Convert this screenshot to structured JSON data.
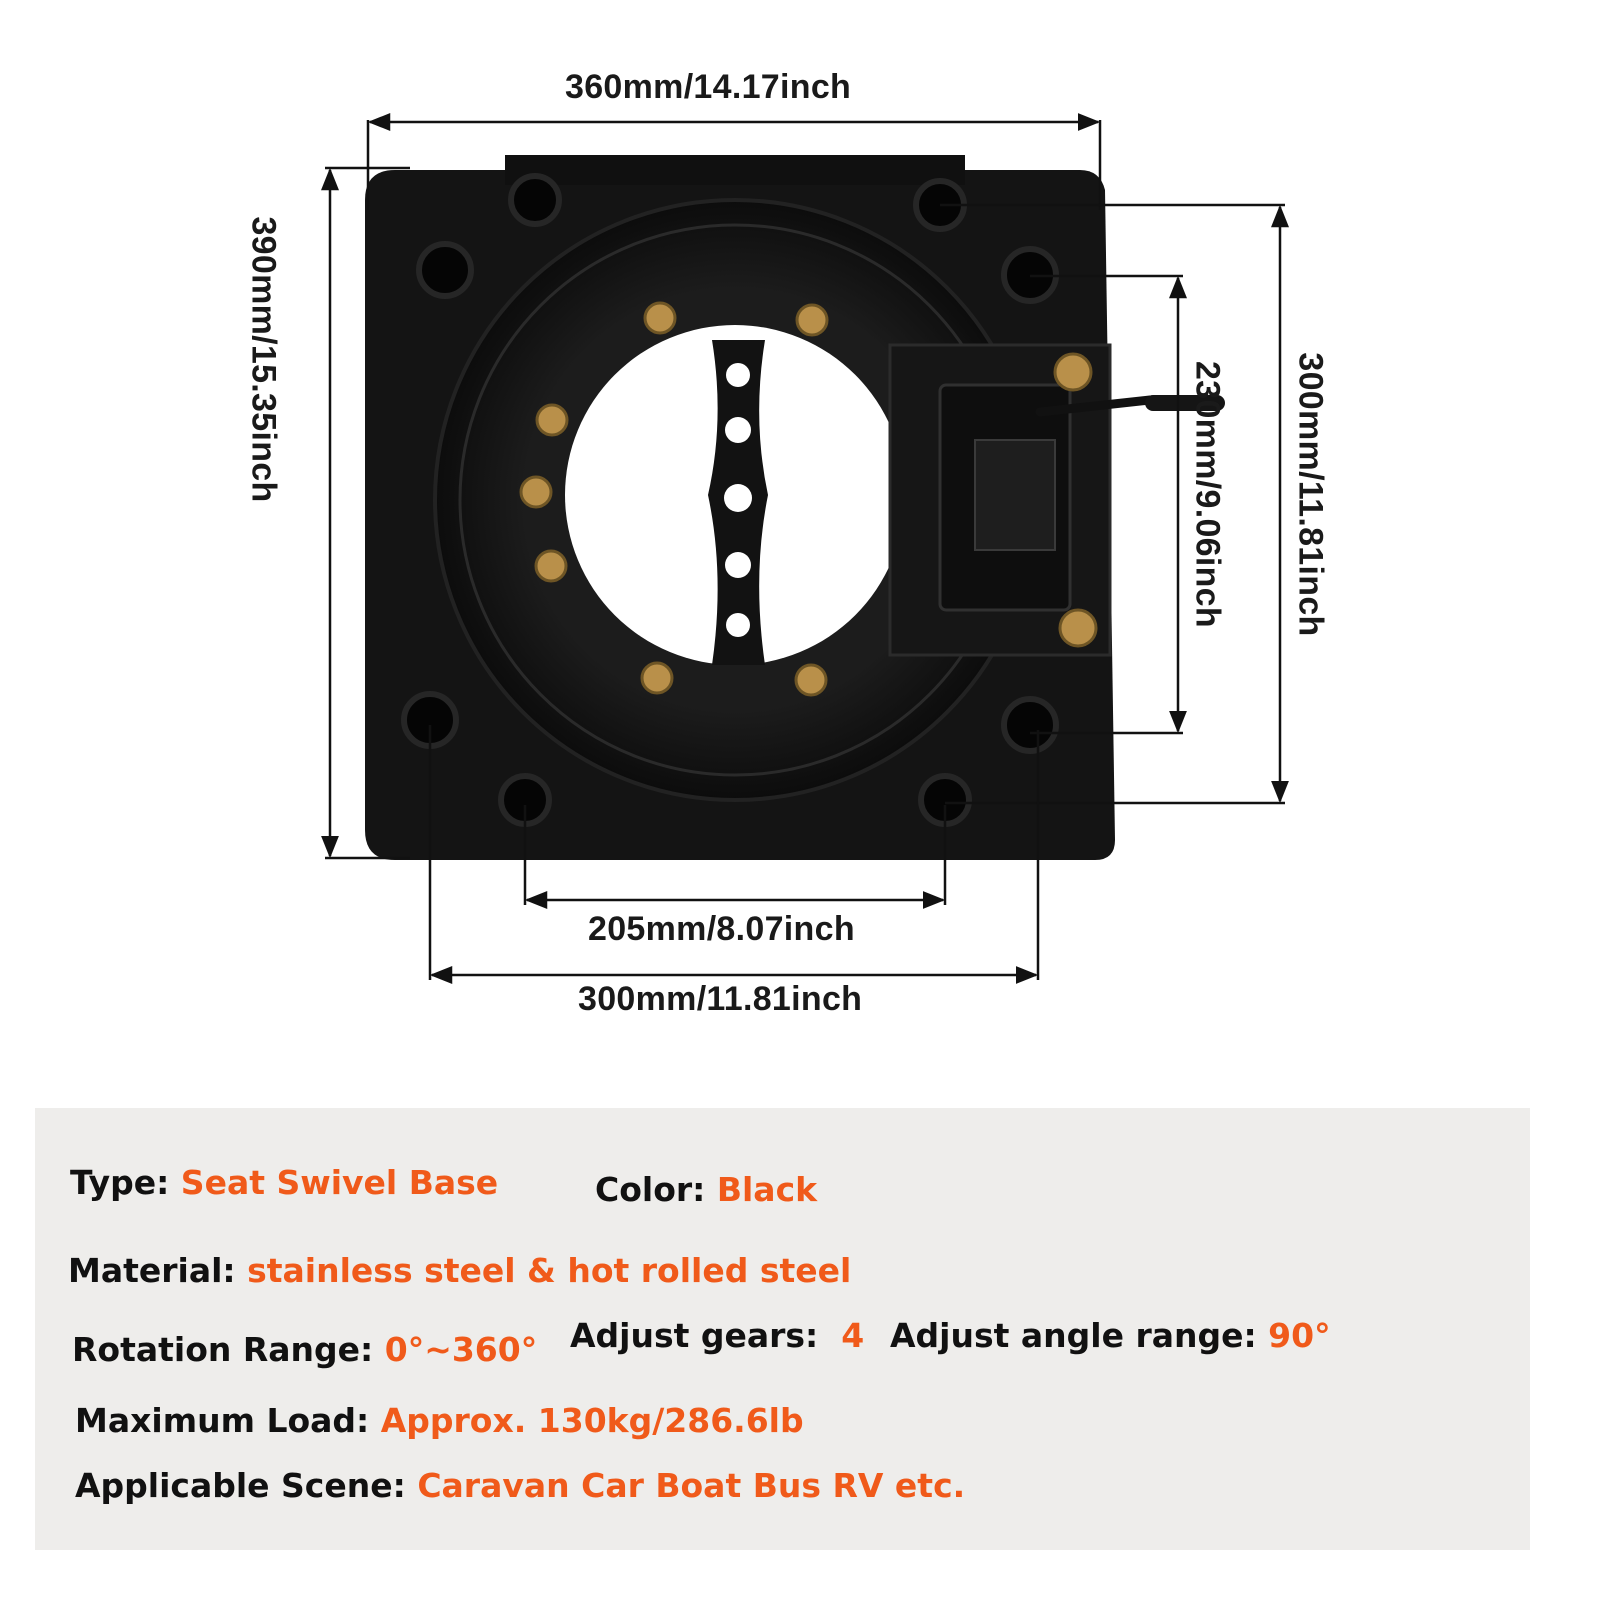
{
  "colors": {
    "accent": "#f05a1a",
    "label_text": "#111111",
    "panel_bg": "#eeedeb",
    "product_black": "#141414"
  },
  "product": {
    "icon": "seat-swivel-base-photo"
  },
  "dimensions": {
    "top_width": "360mm/14.17inch",
    "left_height": "390mm/15.35inch",
    "right_outer": "300mm/11.81inch",
    "right_inner": "230mm/9.06inch",
    "bottom_inner": "205mm/8.07inch",
    "bottom_outer": "300mm/11.81inch"
  },
  "specs": {
    "type": {
      "label": "Type: ",
      "value": "Seat Swivel Base"
    },
    "color": {
      "label": "Color: ",
      "value": "Black"
    },
    "material": {
      "label": "Material: ",
      "value": "stainless steel & hot rolled steel"
    },
    "rotation": {
      "label": "Rotation Range: ",
      "value": "0°~360°"
    },
    "gears": {
      "label": "Adjust gears:  ",
      "value": "4"
    },
    "angle": {
      "label": "Adjust angle range: ",
      "value": "90°"
    },
    "load": {
      "label": "Maximum Load: ",
      "value": "Approx. 130kg/286.6lb"
    },
    "scene": {
      "label": "Applicable Scene: ",
      "value": "Caravan Car Boat Bus RV etc."
    }
  }
}
